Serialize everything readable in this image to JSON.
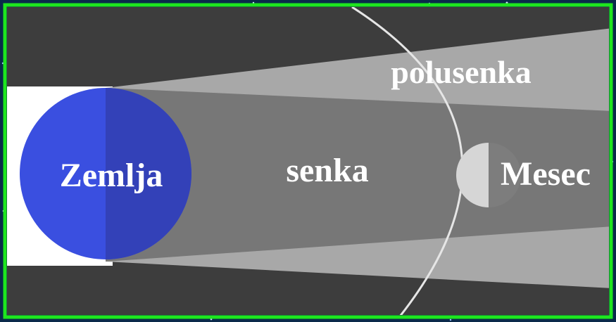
{
  "labels": {
    "earth": "Zemlja",
    "umbra": "senka",
    "penumbra": "polusenka",
    "moon": "Mesec"
  },
  "colors": {
    "space_background": "#0a2a4a",
    "frame_border": "#1ee61e",
    "panel_background": "#3d3d3d",
    "sunlit_region": "#ffffff",
    "penumbra": "#a8a8a8",
    "umbra": "#777777",
    "earth_day": "#3a4fe0",
    "earth_night": "#3341b8",
    "moon_lit": "#d6d6d6",
    "moon_shadowed": "#7d7d7d",
    "orbit_line": "#e6e6e6",
    "label_text": "#ffffff"
  }
}
